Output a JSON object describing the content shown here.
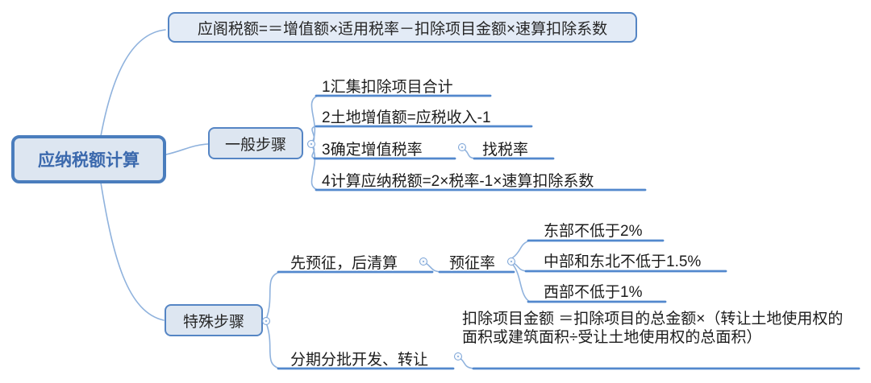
{
  "root": {
    "label": "应纳税额计算"
  },
  "formula": {
    "label": "应阁税额=＝增值额×适用税率－扣除项目金额×速算扣除系数"
  },
  "general": {
    "label": "一般步骤",
    "items": [
      {
        "label": "1汇集扣除项目合计"
      },
      {
        "label": "2土地增值额=应税收入-1"
      },
      {
        "label": "3确定增值税率",
        "child": "找税率"
      },
      {
        "label": "4计算应纳税额=2×税率-1×速算扣除系数"
      }
    ]
  },
  "special": {
    "label": "特殊步骤",
    "prelevy": {
      "label": "先预征，后清算",
      "rate_label": "预征率",
      "rates": [
        "东部不低于2%",
        "中部和东北不低于1.5%",
        "西部不低于1%"
      ]
    },
    "phased": {
      "label": "分期分批开发、转让",
      "formula": "扣除项目金额 ＝扣除项目的总金额×（转让土地使用权的面积或建筑面积÷受让土地使用权的总面积）"
    }
  },
  "colors": {
    "node_fill": "#dde6f1",
    "node_border": "#4a7dbd",
    "branch_line": "#8fb2dd",
    "underline": "#5288cd",
    "root_text": "#3b69ad",
    "child_text": "#1c1c1c"
  }
}
